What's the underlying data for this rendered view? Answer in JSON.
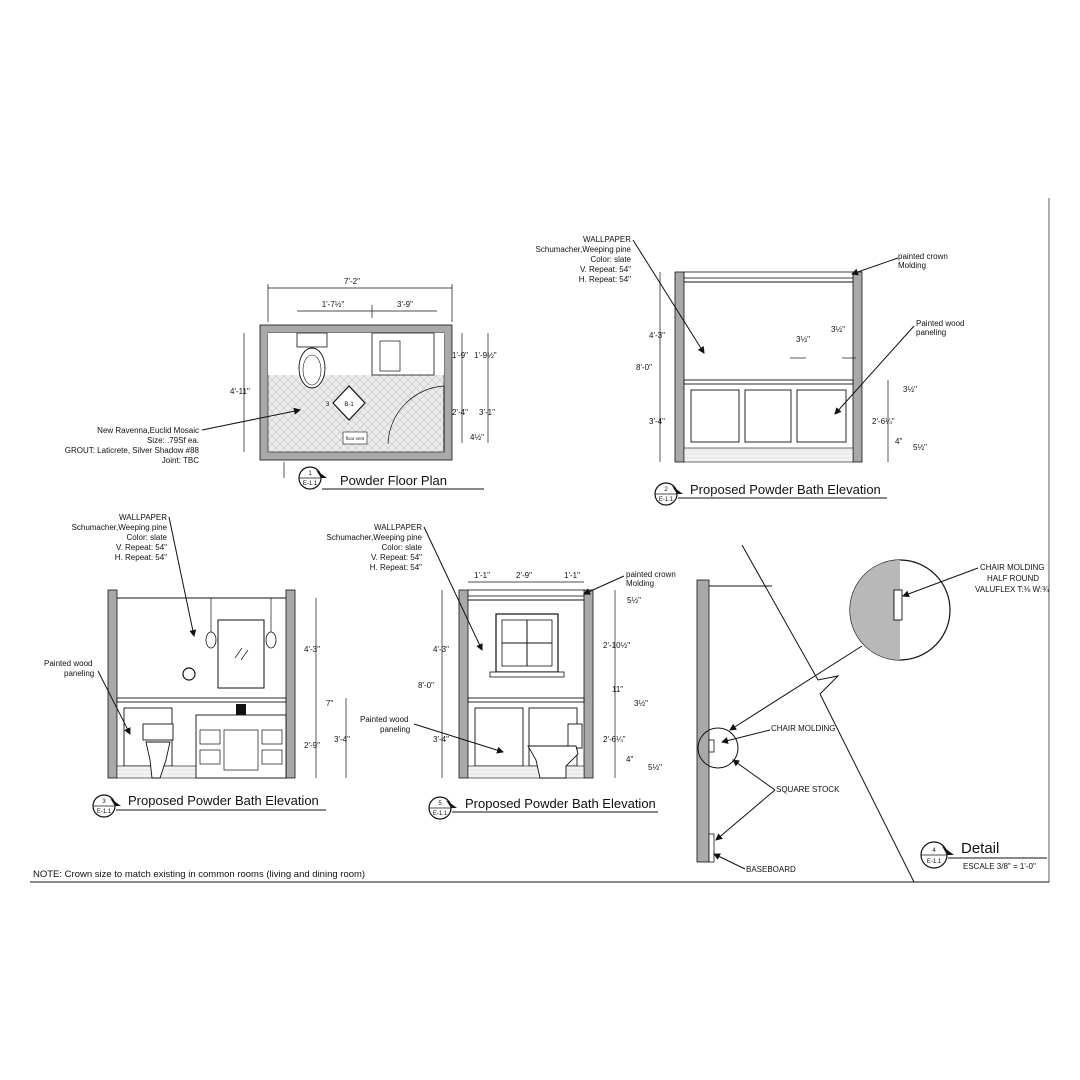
{
  "floor_plan": {
    "title": "Powder Floor Plan",
    "bubble": {
      "num": "1",
      "scale": "E-1.1"
    },
    "dims": {
      "overall_width": "7'-2\"",
      "left_width": "1'-7½\"",
      "right_width": "3'-9\"",
      "depth": "4'-11\"",
      "r1": "1'-9\"",
      "r2": "1'-9½\"",
      "r3": "2'-4\"",
      "r4": "3'-1\"",
      "r5": "4½\""
    },
    "tags": {
      "center": "B-1",
      "floor_vent": "floor vent",
      "door": "3"
    },
    "tile_note": [
      "New Ravenna,Euclid Mosaic",
      "Size:  .79Sf ea.",
      "GROUT: Laticrete, Silver Shadow #88",
      "Joint: TBC"
    ]
  },
  "elev_top_right": {
    "title": "Proposed Powder Bath Elevation",
    "bubble": {
      "num": "2",
      "scale": "E-1.1"
    },
    "wallpaper": [
      "WALLPAPER",
      "Schumacher,Weeping pine",
      "Color: slate",
      "V. Repeat: 54\"",
      "H. Repeat: 54\""
    ],
    "crown": [
      "painted crown",
      "Molding"
    ],
    "paneling": [
      "Painted wood",
      "paneling"
    ],
    "dims": {
      "upper": "4'-3\"",
      "total": "8'-0\"",
      "lower": "3'-4\"",
      "d1": "3½\"",
      "d2": "3½\"",
      "d3": "3½\"",
      "panel": "2'-6¼\"",
      "d4": "4\"",
      "d5": "5½\""
    }
  },
  "elev_bottom_left": {
    "title": "Proposed Powder Bath Elevation",
    "bubble": {
      "num": "3",
      "scale": "E-1.1"
    },
    "wallpaper": [
      "WALLPAPER",
      "Schumacher,Weeping pine",
      "Color: slate",
      "V. Repeat: 54\"",
      "H. Repeat: 54\""
    ],
    "paneling": [
      "Painted wood",
      "paneling"
    ],
    "dims": {
      "upper": "4'-3\"",
      "chair": "7\"",
      "lower": "2'-9\"",
      "total_lower": "3'-4\""
    }
  },
  "elev_bottom_mid": {
    "title": "Proposed Powder Bath Elevation",
    "bubble": {
      "num": "5",
      "scale": "E-1.1"
    },
    "wallpaper": [
      "WALLPAPER",
      "Schumacher,Weeping pine",
      "Color: slate",
      "V. Repeat: 54\"",
      "H. Repeat: 54\""
    ],
    "crown": [
      "painted crown",
      "Molding"
    ],
    "paneling": [
      "Painted wood",
      "paneling"
    ],
    "dims": {
      "w1": "1'-1\"",
      "w2": "2'-9\"",
      "w3": "1'-1\"",
      "upper": "4'-3\"",
      "total": "8'-0\"",
      "lower": "3'-4\"",
      "r1": "5½\"",
      "r2": "2'-10½\"",
      "r3": "11\"",
      "r4": "3½\"",
      "r5": "2'-6¼\"",
      "r6": "4\"",
      "r7": "5½\""
    }
  },
  "detail": {
    "title": "Detail",
    "bubble": {
      "num": "4",
      "scale": "E-1.1"
    },
    "scale_label": "ESCALE  3/8\" = 1'-0\"",
    "chair_note": [
      "CHAIR MOLDING",
      "HALF ROUND",
      "VALUFLEX  T:⅜  W:¾"
    ],
    "chair_label": "CHAIR MOLDING",
    "square_stock": "SQUARE STOCK",
    "baseboard": "BASEBOARD"
  },
  "note": "NOTE: Crown size to match existing in common rooms (living and dining room)"
}
